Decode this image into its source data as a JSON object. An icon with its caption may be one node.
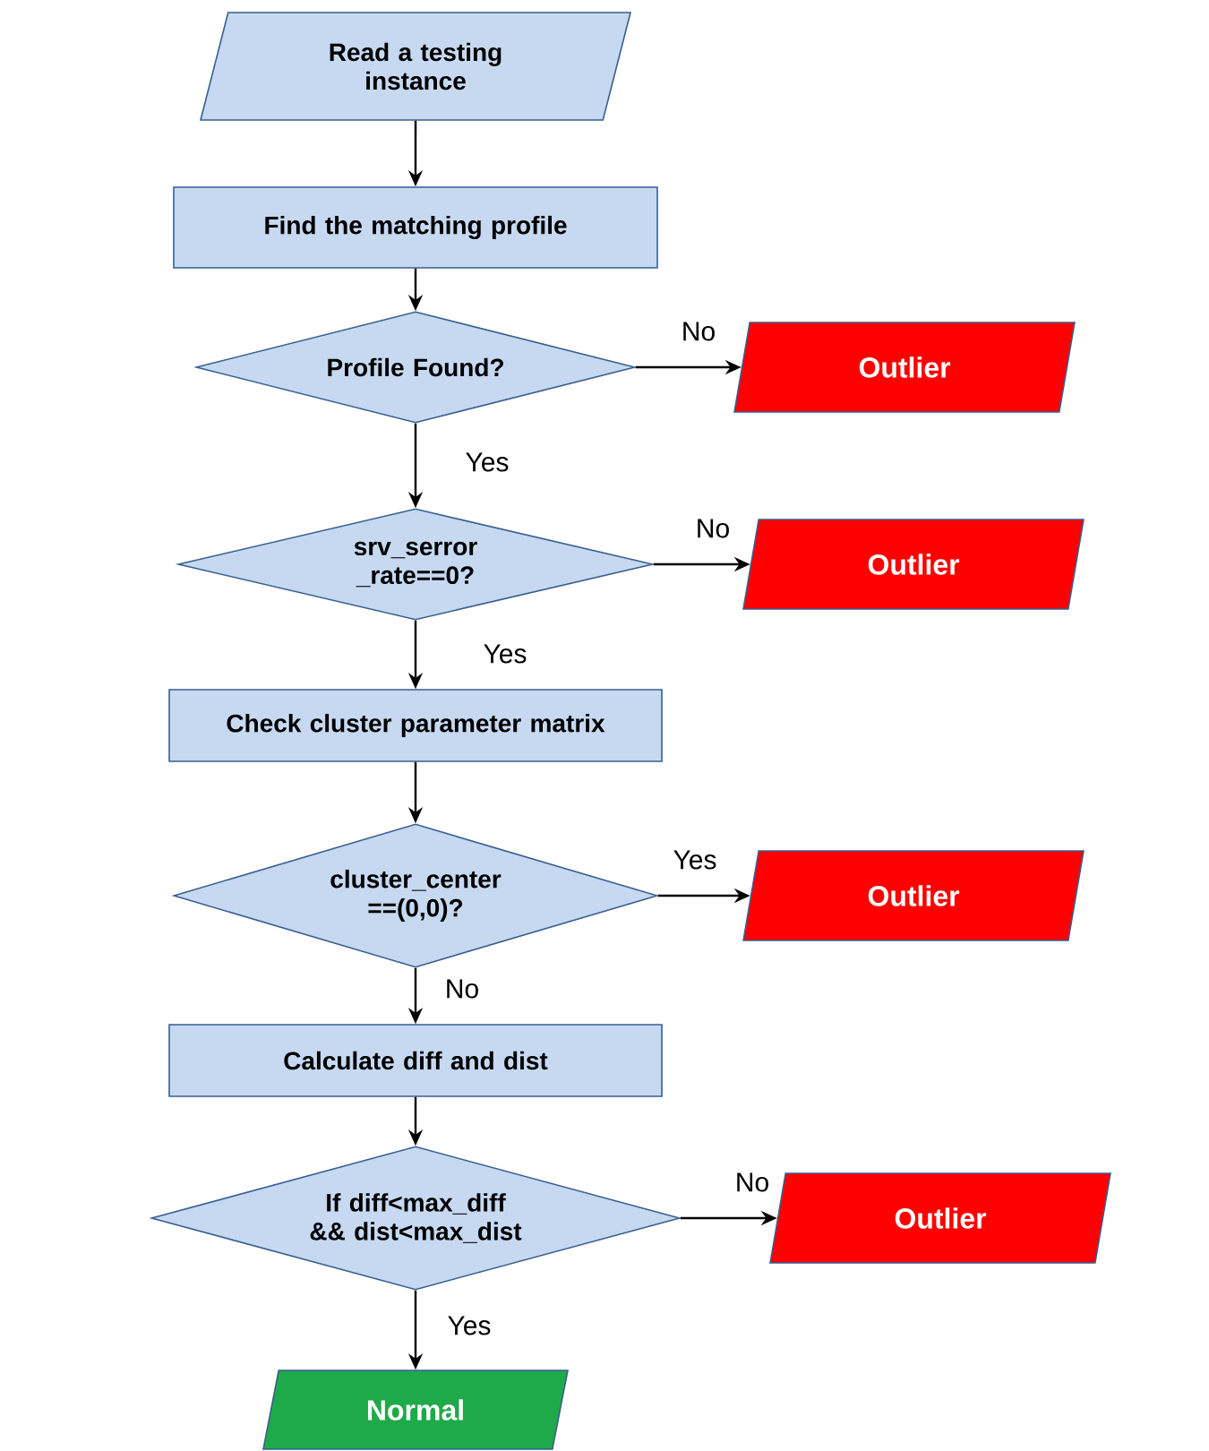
{
  "diagram": {
    "nodes": [
      {
        "text": [
          "Read a testing instance"
        ]
      },
      {
        "text": [
          "Find the matching profile"
        ]
      },
      {
        "text": [
          "Profile Found?"
        ]
      },
      {
        "text": [
          "Outlier"
        ]
      },
      {
        "text": [
          "srv_serror _rate==0?"
        ]
      },
      {
        "text": [
          "Outlier"
        ]
      },
      {
        "text": [
          "Check cluster parameter matrix"
        ]
      },
      {
        "text": [
          "cluster_center ==(0,0)?"
        ]
      },
      {
        "text": [
          "Outlier"
        ]
      },
      {
        "text": [
          "Calculate diff and dist"
        ]
      },
      {
        "text": [
          "If diff<max_diff && dist<max_dist"
        ]
      },
      {
        "text": [
          "Outlier"
        ]
      },
      {
        "text": [
          "Normal"
        ]
      }
    ],
    "edges": [
      {
        "from": 0,
        "to": 1,
        "arrow": "to"
      },
      {
        "from": 1,
        "to": 2,
        "arrow": "to"
      },
      {
        "from": 2,
        "to": 3,
        "arrow": "to",
        "label": "No"
      },
      {
        "from": 2,
        "to": 4,
        "arrow": "to",
        "label": "Yes"
      },
      {
        "from": 4,
        "to": 5,
        "arrow": "to",
        "label": "No"
      },
      {
        "from": 4,
        "to": 6,
        "arrow": "to",
        "label": "Yes"
      },
      {
        "from": 6,
        "to": 7,
        "arrow": "to"
      },
      {
        "from": 7,
        "to": 8,
        "arrow": "to",
        "label": "Yes"
      },
      {
        "from": 7,
        "to": 9,
        "arrow": "to",
        "label": "No"
      },
      {
        "from": 9,
        "to": 10,
        "arrow": "to"
      },
      {
        "from": 10,
        "to": 11,
        "arrow": "to",
        "label": "No"
      },
      {
        "from": 10,
        "to": 12,
        "arrow": "to",
        "label": "Yes"
      }
    ]
  }
}
